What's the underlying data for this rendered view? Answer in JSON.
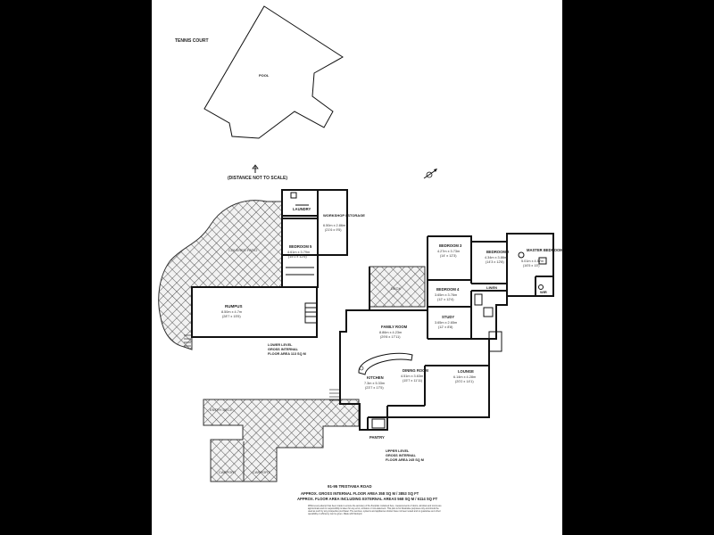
{
  "outdoor": {
    "tennis_court": "TENNIS COURT",
    "pool": "POOL",
    "scale_note": "(DISTANCE NOT TO SCALE)"
  },
  "lower": {
    "laundry": "LAUNDRY",
    "workshop_name": "WORKSHOP / STORAGE",
    "workshop_dims": "6.50m x 2.86m",
    "workshop_dims_ft": "(21'6 x 9'5)",
    "bedroom5_name": "BEDROOM 5",
    "bedroom5_dims": "4.61m x 3.79m",
    "bedroom5_dims_ft": "(15'1 x 12'5)",
    "covered_patio": "COVERED PATIO",
    "rumpus_name": "RUMPUS",
    "rumpus_dims": "8.50m x 4.7m",
    "rumpus_dims_ft": "(28'7 x 15'5)",
    "area_line1": "LOWER LEVEL",
    "area_line2": "GROSS INTERNAL",
    "area_line3": "FLOOR AREA 113 SQ M"
  },
  "upper": {
    "bedroom3_name": "BEDROOM 3",
    "bedroom3_dims": "4.27m x 3.73m",
    "bedroom3_dims_ft": "(14' x 12'3)",
    "bedroom2_name": "BEDROOM 2",
    "bedroom2_dims": "4.34m x 3.86m",
    "bedroom2_dims_ft": "(14'3 x 12'8)",
    "master_name": "MASTER BEDROOM",
    "master_dims": "5.01m x 4.57m",
    "master_dims_ft": "(16'5 x 15')",
    "bedroom4_name": "BEDROOM 4",
    "bedroom4_dims": "3.65m x 3.76m",
    "bedroom4_dims_ft": "(12' x 12'4)",
    "linen": "LINEN",
    "wir": "WIR",
    "deck": "DECK",
    "study_name": "STUDY",
    "study_dims": "3.65m x 2.65m",
    "study_dims_ft": "(12' x 8'8)",
    "family_name": "FAMILY ROOM",
    "family_dims": "8.86m x 4.23m",
    "family_dims_ft": "(29'8 x 17'11)",
    "dining_name": "DINING ROOM",
    "dining_dims": "4.51m x 3.63m",
    "dining_dims_ft": "(15'7 x 11'11)",
    "lounge_name": "LOUNGE",
    "lounge_dims": "6.14m x 4.28m",
    "lounge_dims_ft": "(20'2 x 14'1)",
    "kitchen_name": "KITCHEN",
    "kitchen_dims": "7.3m x 5.33m",
    "kitchen_dims_ft": "(23'7 x 17'5)",
    "pantry": "PANTRY",
    "entry_deck": "ENTRY DECK",
    "area_line1": "UPPER LEVEL",
    "area_line2": "GROSS INTERNAL",
    "area_line3": "FLOOR AREA 245 SQ M"
  },
  "carport_left": "CARPORT",
  "carport_right": "CARPORT",
  "footer": {
    "address": "91-95 TRISTANIA ROAD",
    "total_internal": "APPROX. GROSS INTERNAL FLOOR AREA 358 SQ M / 3853 SQ FT",
    "total_external": "APPROX. FLOOR AREA INCLUDING EXTERNAL AREAS 568 SQ M / 6114 SQ FT",
    "disclaimer_1": "Whilst every attempt has been made to ensure the accuracy of the floorplan contained here, measurements of doors, windows and rooms are",
    "disclaimer_2": "approximate and no responsibility is taken for any error, omission or mis-statement. This plan is for illustrative purposes only and should be",
    "disclaimer_3": "used as such by any prospective purchaser. The services, systems and appliances shown have not been tested and no guarantee as to their",
    "disclaimer_4": "operability or efficiency can be given. Made with Metropix"
  }
}
